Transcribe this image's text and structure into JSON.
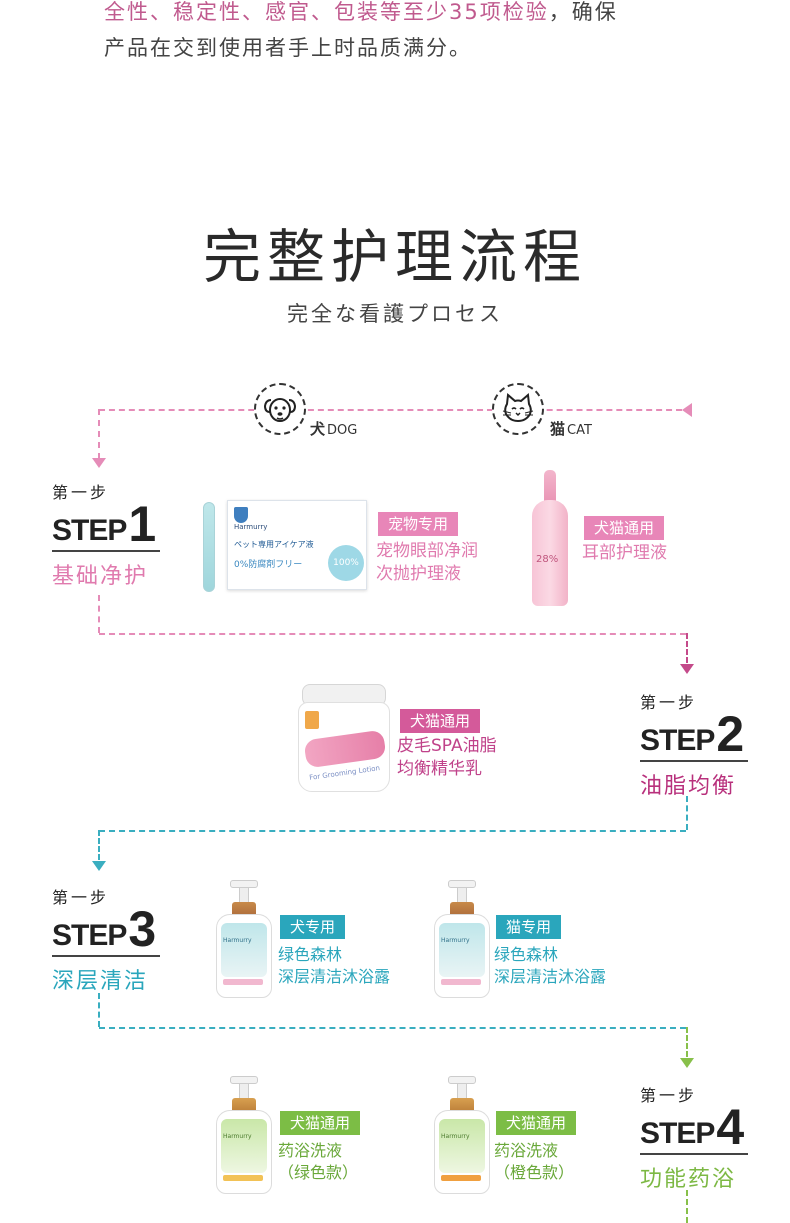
{
  "intro": {
    "line1_highlight": "全性、稳定性、感官、包装等至少35项检验",
    "line1_rest": "，确保",
    "line2": "产品在交到使用者手上时品质满分。"
  },
  "heading": {
    "title": "完整护理流程",
    "subtitle": "完全な看護プロセス"
  },
  "animals": {
    "dog": {
      "cn": "犬",
      "en": "DOG"
    },
    "cat": {
      "cn": "猫",
      "en": "CAT"
    }
  },
  "colors": {
    "step1": "#e07aae",
    "step2": "#b8307c",
    "step3": "#2aa6bc",
    "step4": "#7cb843",
    "tag_pink": "#e886b8",
    "tag_magenta": "#d45a9a",
    "tag_teal": "#2aa6bc",
    "tag_green": "#7cbd45"
  },
  "steps": [
    {
      "small": "第一步",
      "word": "STEP",
      "num": "1",
      "cn": "基础净护",
      "products": [
        {
          "tag": "宠物专用",
          "name_lines": [
            "宠物眼部净润",
            "次抛护理液"
          ],
          "package_text": "Harmurry",
          "package_text2": "ペット専用アイケア液",
          "package_text3": "0%防腐剤フリー",
          "package_text4": "100%"
        },
        {
          "tag": "犬猫通用",
          "name_lines": [
            "耳部护理液"
          ],
          "package_text": "28%"
        }
      ]
    },
    {
      "small": "第一步",
      "word": "STEP",
      "num": "2",
      "cn": "油脂均衡",
      "products": [
        {
          "tag": "犬猫通用",
          "name_lines": [
            "皮毛SPA油脂",
            "均衡精华乳"
          ],
          "package_text": "For Grooming Lotion"
        }
      ]
    },
    {
      "small": "第一步",
      "word": "STEP",
      "num": "3",
      "cn": "深层清洁",
      "products": [
        {
          "tag": "犬专用",
          "name_lines": [
            "绿色森林",
            "深层清洁沐浴露"
          ],
          "package_text": "Harmurry"
        },
        {
          "tag": "猫专用",
          "name_lines": [
            "绿色森林",
            "深层清洁沐浴露"
          ],
          "package_text": "Harmurry"
        }
      ]
    },
    {
      "small": "第一步",
      "word": "STEP",
      "num": "4",
      "cn": "功能药浴",
      "products": [
        {
          "tag": "犬猫通用",
          "name_lines": [
            "药浴洗液",
            "（绿色款）"
          ],
          "package_text": "Harmurry"
        },
        {
          "tag": "犬猫通用",
          "name_lines": [
            "药浴洗液",
            "（橙色款）"
          ],
          "package_text": "Harmurry"
        }
      ]
    }
  ]
}
